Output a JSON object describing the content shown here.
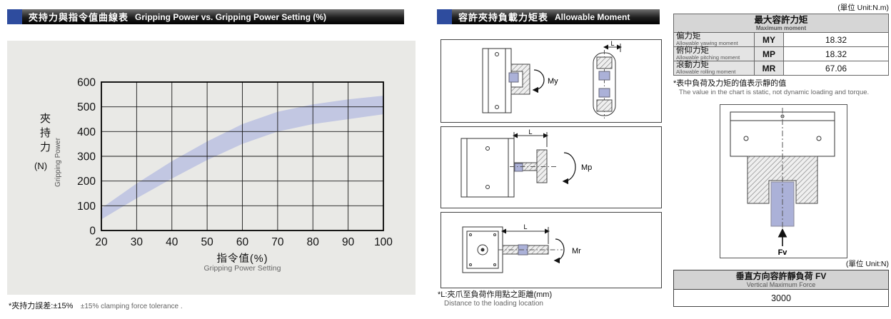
{
  "colors": {
    "accent_blue": "#2e4c9e",
    "band": "#c2c7e2",
    "workpiece_purple": "#abb1d8",
    "chart_bg": "#e9e9e6"
  },
  "left": {
    "header_zh": "夾持力與指令值曲線表",
    "header_en": "Gripping Power vs. Gripping Power Setting (%)",
    "footnote_zh": "*夾持力誤差:±15%",
    "footnote_en": "±15% clamping force tolerance ."
  },
  "chart_data": {
    "type": "area",
    "title": "夾持力與指令值曲線表 Gripping Power vs. Gripping Power Setting (%)",
    "xlabel_zh": "指令值(%)",
    "xlabel_en": "Gripping Power Setting",
    "ylabel_zh": "夾持力",
    "ylabel_unit": "(N)",
    "ylabel_en": "Gripping Power",
    "x": [
      20,
      30,
      40,
      50,
      60,
      70,
      80,
      90,
      100
    ],
    "series": [
      {
        "name": "lower tolerance",
        "values": [
          45,
          130,
          210,
          285,
          350,
          400,
          430,
          450,
          470
        ]
      },
      {
        "name": "upper tolerance",
        "values": [
          90,
          190,
          280,
          360,
          430,
          480,
          510,
          530,
          545
        ]
      }
    ],
    "xlim": [
      20,
      100
    ],
    "ylim": [
      0,
      600
    ],
    "xticks": [
      20,
      30,
      40,
      50,
      60,
      70,
      80,
      90,
      100
    ],
    "yticks": [
      0,
      100,
      200,
      300,
      400,
      500,
      600
    ],
    "grid": true,
    "legend": false,
    "band_color": "#c2c7e2"
  },
  "middle": {
    "header_zh": "容許夾持負載力矩表",
    "header_en": "Allowable Moment",
    "moments": [
      "My",
      "Mp",
      "Mr"
    ],
    "dim_label": "L",
    "footnote_zh": "*L:夾爪至負荷作用點之距離(mm)",
    "footnote_en": "Distance to the loading location"
  },
  "right": {
    "unit_nm": "(單位  Unit:N.m)",
    "moment_table": {
      "title_zh": "最大容許力矩",
      "title_en": "Maximum moment",
      "rows": [
        {
          "zh": "偏力矩",
          "en": "Allowable yawing moment",
          "code": "MY",
          "value": "18.32"
        },
        {
          "zh": "俯仰力矩",
          "en": "Allowable pitching moment",
          "code": "MP",
          "value": "18.32"
        },
        {
          "zh": "滾動力矩",
          "en": "Allowable rolling moment",
          "code": "MR",
          "value": "67.06"
        }
      ]
    },
    "footnote_zh": "*表中負荷及力矩的值表示靜的值",
    "footnote_en": "The value in the chart is static, not dynamic loading and torque.",
    "fv_label": "Fv",
    "unit_n": "(單位  Unit:N)",
    "fv_table": {
      "title_zh": "垂直方向容許靜負荷 FV",
      "title_en": "Vertical Maximum Force",
      "value": "3000"
    }
  }
}
